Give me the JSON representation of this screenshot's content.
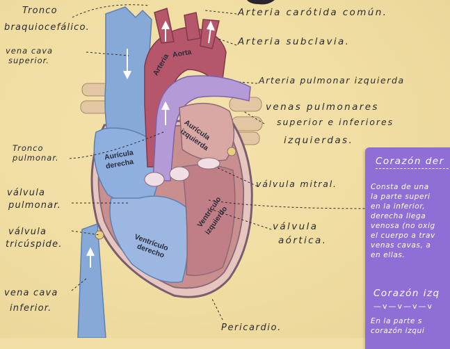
{
  "labels": {
    "tronco_braquiocefalico_1": "Tronco",
    "tronco_braquiocefalico_2": "braquiocefálico.",
    "vena_cava_superior_1": "vena cava",
    "vena_cava_superior_2": "superior.",
    "tronco_pulmonar_1": "Tronco",
    "tronco_pulmonar_2": "pulmonar.",
    "valvula_pulmonar_1": "válvula",
    "valvula_pulmonar_2": "pulmonar.",
    "valvula_tricuspide_1": "válvula",
    "valvula_tricuspide_2": "tricúspide.",
    "vena_cava_inferior_1": "vena cava",
    "vena_cava_inferior_2": "inferior.",
    "arteria_carotida": "Arteria carótida común.",
    "arteria_subclavia": "Arteria subclavia.",
    "arteria_pulmonar_izq": "Arteria pulmonar izquierda",
    "venas_pulmonares_1": "venas pulmonares",
    "venas_pulmonares_2": "superior e inferiores",
    "venas_pulmonares_3": "izquierdas.",
    "valvula_mitral": "válvula mitral.",
    "valvula_aortica_1": "válvula",
    "valvula_aortica_2": "aórtica.",
    "pericardio": "Pericardio."
  },
  "inner_labels": {
    "aorta": "Aorta",
    "arteria": "Arteria",
    "auricula_izq_1": "Aurícula",
    "auricula_izq_2": "izquierda",
    "auricula_der_1": "Aurícula",
    "auricula_der_2": "derecha",
    "ventriculo_izq_1": "Ventrículo",
    "ventriculo_izq_2": "izquierdo",
    "ventriculo_der_1": "Ventrículo",
    "ventriculo_der_2": "derecho"
  },
  "card": {
    "title": "Corazón der",
    "lines": [
      "Consta de una",
      "la parte superi",
      "en la inferior,",
      "derecha llega",
      "venosa (no oxig",
      "el cuerpo a trav",
      "venas cavas, a",
      "en ellas."
    ],
    "title2": "Corazón izq",
    "arrows": "—v—v—v—v",
    "lines2": [
      "En la parte s",
      "corazón izqui"
    ]
  },
  "colors": {
    "paper": "#f1dfa6",
    "vein_blue": "#86a9d8",
    "artery_red": "#b5566a",
    "pulmonary_purple": "#b59ad8",
    "card_purple": "#8f6fd6",
    "ink": "#2b2a2e"
  }
}
